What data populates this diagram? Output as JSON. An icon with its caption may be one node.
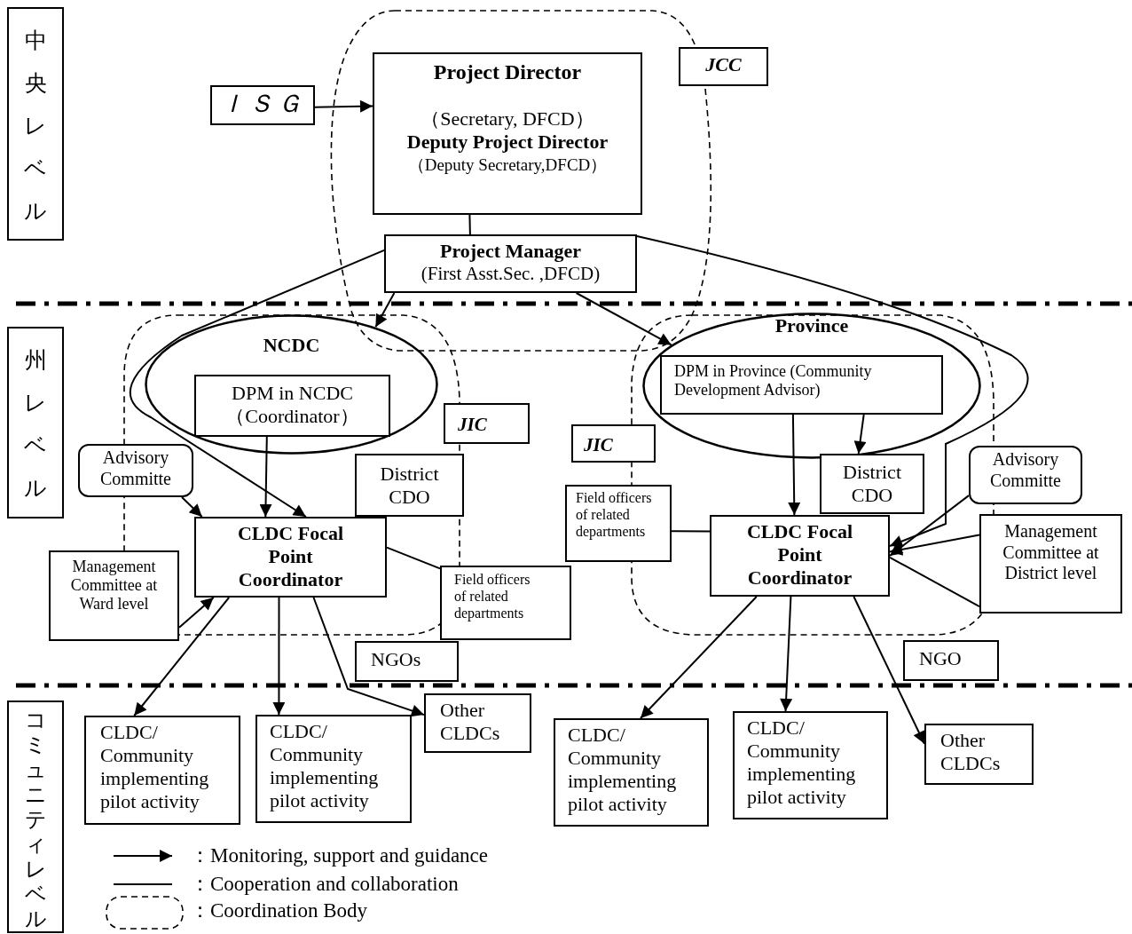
{
  "diagram": {
    "nodes": [
      {
        "text": [
          "中央レベル"
        ]
      },
      {
        "text": [
          "ＩＳＧ"
        ]
      },
      {
        "text": [
          "Project Director",
          "（Secretary, DFCD）",
          "Deputy Project Director",
          "（Deputy Secretary,DFCD）"
        ]
      },
      {
        "text": [
          "JCC"
        ]
      },
      {
        "text": [
          "Project Manager",
          "(First Asst.Sec. ,DFCD)"
        ]
      },
      {
        "text": [
          "州レベル"
        ]
      },
      {
        "text": [
          "NCDC"
        ]
      },
      {
        "text": [
          "DPM in NCDC （Coordinator）"
        ],
        "in": 6
      },
      {
        "text": [
          "Province"
        ]
      },
      {
        "text": [
          "DPM in Province (Community Development Advisor)"
        ],
        "in": 8
      },
      {
        "text": [
          "JIC"
        ]
      },
      {
        "text": [
          "JIC"
        ]
      },
      {
        "text": [
          "Advisory Committe"
        ]
      },
      {
        "text": [
          "District CDO"
        ]
      },
      {
        "text": [
          "District CDO"
        ]
      },
      {
        "text": [
          "Advisory Committe"
        ]
      },
      {
        "text": [
          "Field officers of related departments"
        ]
      },
      {
        "text": [
          "CLDC Focal Point Coordinator"
        ]
      },
      {
        "text": [
          "CLDC Focal Point Coordinator"
        ]
      },
      {
        "text": [
          "Management Committee at District level"
        ]
      },
      {
        "text": [
          "Management Committee at Ward level"
        ]
      },
      {
        "text": [
          "Field officers of related departments"
        ]
      },
      {
        "text": [
          "NGOs"
        ]
      },
      {
        "text": [
          "NGO"
        ]
      },
      {
        "text": [
          "コミュニティレベル"
        ]
      },
      {
        "text": [
          "CLDC/ Community implementing pilot activity"
        ]
      },
      {
        "text": [
          "CLDC/ Community implementing pilot activity"
        ]
      },
      {
        "text": [
          "Other CLDCs"
        ]
      },
      {
        "text": [
          "CLDC/ Community implementing pilot activity"
        ]
      },
      {
        "text": [
          "CLDC/ Community implementing pilot activity"
        ]
      },
      {
        "text": [
          "Other CLDCs"
        ]
      }
    ],
    "edges": [
      {
        "from": 1,
        "to": 2,
        "arrow": "to"
      },
      {
        "from": 2,
        "to": 4,
        "arrow": "none"
      },
      {
        "from": 4,
        "to": 6,
        "arrow": "to"
      },
      {
        "from": 4,
        "to": 8,
        "arrow": "to"
      },
      {
        "from": 4,
        "to": 17,
        "arrow": "to"
      },
      {
        "from": 4,
        "to": 18,
        "arrow": "to"
      },
      {
        "from": 7,
        "to": 17,
        "arrow": "to"
      },
      {
        "from": 12,
        "to": 17,
        "arrow": "to"
      },
      {
        "from": 20,
        "to": 17,
        "arrow": "to"
      },
      {
        "from": 17,
        "to": 21,
        "arrow": "none"
      },
      {
        "from": 17,
        "to": 25,
        "arrow": "to"
      },
      {
        "from": 17,
        "to": 26,
        "arrow": "to"
      },
      {
        "from": 17,
        "to": 27,
        "arrow": "to"
      },
      {
        "from": 9,
        "to": 18,
        "arrow": "to"
      },
      {
        "from": 9,
        "to": 14,
        "arrow": "to"
      },
      {
        "from": 16,
        "to": 18,
        "arrow": "none"
      },
      {
        "from": 15,
        "to": 18,
        "arrow": "to"
      },
      {
        "from": 19,
        "to": 18,
        "arrow": "to"
      },
      {
        "from": 19,
        "to": 18,
        "arrow": "none"
      },
      {
        "from": 18,
        "to": 28,
        "arrow": "to"
      },
      {
        "from": 18,
        "to": 29,
        "arrow": "to"
      },
      {
        "from": 18,
        "to": 30,
        "arrow": "to"
      }
    ],
    "legend": [
      {
        "text": "：Monitoring, support and guidance"
      },
      {
        "text": "：Cooperation and collaboration"
      },
      {
        "text": "：Coordination Body"
      }
    ]
  }
}
